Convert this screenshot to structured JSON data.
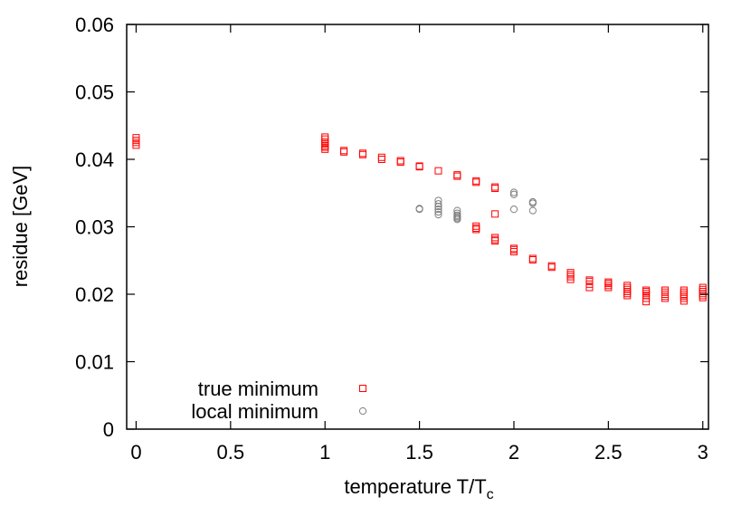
{
  "chart_data": {
    "type": "scatter",
    "title": "",
    "xlabel": "temperature T/T",
    "xlabel_sub": "c",
    "ylabel": "residue [GeV]",
    "xlim": [
      -0.05,
      3.03
    ],
    "ylim": [
      0,
      0.06
    ],
    "xticks": [
      0,
      0.5,
      1,
      1.5,
      2,
      2.5,
      3
    ],
    "xtick_labels": [
      "0",
      "0.5",
      "1",
      "1.5",
      "2",
      "2.5",
      "3"
    ],
    "yticks": [
      0,
      0.01,
      0.02,
      0.03,
      0.04,
      0.05,
      0.06
    ],
    "ytick_labels": [
      "0",
      "0.01",
      "0.02",
      "0.03",
      "0.04",
      "0.05",
      "0.06"
    ],
    "grid": false,
    "legend_position": "bottom-left",
    "series": [
      {
        "name": "true minimum",
        "marker": "square",
        "color": "#ff0000",
        "points": [
          [
            0,
            0.0421
          ],
          [
            0,
            0.0425
          ],
          [
            0,
            0.0428
          ],
          [
            0,
            0.0432
          ],
          [
            1,
            0.0415
          ],
          [
            1,
            0.0418
          ],
          [
            1,
            0.042
          ],
          [
            1,
            0.0423
          ],
          [
            1,
            0.0426
          ],
          [
            1,
            0.043
          ],
          [
            1,
            0.0433
          ],
          [
            1.1,
            0.0411
          ],
          [
            1.1,
            0.0413
          ],
          [
            1.2,
            0.0407
          ],
          [
            1.2,
            0.0409
          ],
          [
            1.3,
            0.04
          ],
          [
            1.3,
            0.0403
          ],
          [
            1.4,
            0.0396
          ],
          [
            1.4,
            0.0398
          ],
          [
            1.5,
            0.0389
          ],
          [
            1.5,
            0.039
          ],
          [
            1.6,
            0.0383
          ],
          [
            1.7,
            0.0375
          ],
          [
            1.7,
            0.0377
          ],
          [
            1.8,
            0.0366
          ],
          [
            1.8,
            0.0368
          ],
          [
            1.8,
            0.0296
          ],
          [
            1.8,
            0.0298
          ],
          [
            1.8,
            0.0301
          ],
          [
            1.9,
            0.0357
          ],
          [
            1.9,
            0.0359
          ],
          [
            1.9,
            0.0319
          ],
          [
            1.9,
            0.0279
          ],
          [
            1.9,
            0.0281
          ],
          [
            1.9,
            0.0284
          ],
          [
            2,
            0.0263
          ],
          [
            2,
            0.0266
          ],
          [
            2,
            0.0268
          ],
          [
            2.1,
            0.0251
          ],
          [
            2.1,
            0.0253
          ],
          [
            2.2,
            0.024
          ],
          [
            2.2,
            0.0242
          ],
          [
            2.3,
            0.0222
          ],
          [
            2.3,
            0.0226
          ],
          [
            2.3,
            0.0229
          ],
          [
            2.3,
            0.0232
          ],
          [
            2.4,
            0.021
          ],
          [
            2.4,
            0.0215
          ],
          [
            2.4,
            0.0219
          ],
          [
            2.4,
            0.0221
          ],
          [
            2.5,
            0.021
          ],
          [
            2.5,
            0.0213
          ],
          [
            2.5,
            0.0216
          ],
          [
            2.5,
            0.0218
          ],
          [
            2.6,
            0.0198
          ],
          [
            2.6,
            0.0201
          ],
          [
            2.6,
            0.0204
          ],
          [
            2.6,
            0.0207
          ],
          [
            2.6,
            0.021
          ],
          [
            2.6,
            0.0213
          ],
          [
            2.7,
            0.0189
          ],
          [
            2.7,
            0.0194
          ],
          [
            2.7,
            0.0198
          ],
          [
            2.7,
            0.0201
          ],
          [
            2.7,
            0.0204
          ],
          [
            2.7,
            0.0206
          ],
          [
            2.8,
            0.0194
          ],
          [
            2.8,
            0.0197
          ],
          [
            2.8,
            0.02
          ],
          [
            2.8,
            0.0203
          ],
          [
            2.8,
            0.0206
          ],
          [
            2.9,
            0.019
          ],
          [
            2.9,
            0.0194
          ],
          [
            2.9,
            0.0197
          ],
          [
            2.9,
            0.02
          ],
          [
            2.9,
            0.0203
          ],
          [
            2.9,
            0.0206
          ],
          [
            3,
            0.0195
          ],
          [
            3,
            0.0198
          ],
          [
            3,
            0.0201
          ],
          [
            3,
            0.0204
          ],
          [
            3,
            0.0207
          ],
          [
            3,
            0.021
          ]
        ]
      },
      {
        "name": "local minimum",
        "marker": "circle",
        "color": "#808080",
        "points": [
          [
            1.5,
            0.0326
          ],
          [
            1.5,
            0.0327
          ],
          [
            1.6,
            0.0318
          ],
          [
            1.6,
            0.0322
          ],
          [
            1.6,
            0.0326
          ],
          [
            1.6,
            0.033
          ],
          [
            1.6,
            0.0334
          ],
          [
            1.6,
            0.0339
          ],
          [
            1.7,
            0.0311
          ],
          [
            1.7,
            0.0313
          ],
          [
            1.7,
            0.0315
          ],
          [
            1.7,
            0.0317
          ],
          [
            1.7,
            0.032
          ],
          [
            1.7,
            0.0324
          ],
          [
            2,
            0.0326
          ],
          [
            2,
            0.0348
          ],
          [
            2,
            0.0351
          ],
          [
            2.1,
            0.0324
          ],
          [
            2.1,
            0.0335
          ],
          [
            2.1,
            0.0337
          ]
        ]
      }
    ]
  }
}
